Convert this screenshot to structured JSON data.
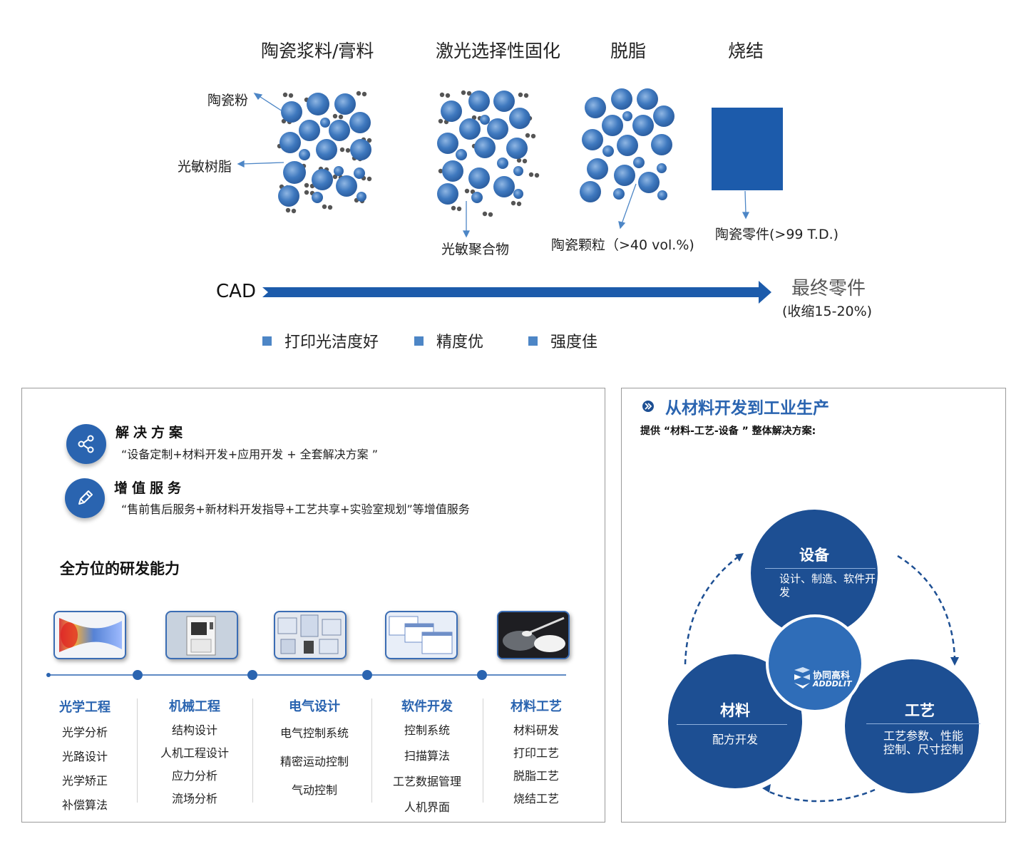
{
  "process": {
    "stages": [
      "陶瓷浆料/膏料",
      "激光选择性固化",
      "脱脂",
      "烧结"
    ],
    "labels": {
      "ceramic_powder": "陶瓷粉",
      "photosensitive_resin": "光敏树脂",
      "photopolymer": "光敏聚合物",
      "ceramic_particles": "陶瓷颗粒（>40 vol.%)",
      "ceramic_part": "陶瓷零件(>99 T.D.)"
    },
    "flow": {
      "start": "CAD",
      "end": "最终零件",
      "end_note": "(收缩15-20%)"
    },
    "bullets": [
      "打印光洁度好",
      "精度优",
      "强度佳"
    ],
    "colors": {
      "particle": "#3f79bf",
      "binder": "#555555",
      "arrow": "#1c5bab",
      "part": "#1c5bab"
    }
  },
  "left_panel": {
    "solutions": [
      {
        "title": "解决方案",
        "desc": "“设备定制+材料开发+应用开发 + 全套解决方案 ”",
        "icon": "share-icon"
      },
      {
        "title": "增值服务",
        "desc": "“售前售后服务+新材料开发指导+工艺共享+实验室规划”等增值服务",
        "icon": "pencil-icon"
      }
    ],
    "capability_title": "全方位的研发能力",
    "columns": [
      {
        "title": "光学工程",
        "items": [
          "光学分析",
          "光路设计",
          "光学矫正",
          "补偿算法"
        ]
      },
      {
        "title": "机械工程",
        "items": [
          "结构设计",
          "人机工程设计",
          "应力分析",
          "流场分析"
        ]
      },
      {
        "title": "电气设计",
        "items": [
          "电气控制系统",
          "精密运动控制",
          "气动控制"
        ]
      },
      {
        "title": "软件开发",
        "items": [
          "控制系统",
          "扫描算法",
          "工艺数据管理",
          "人机界面"
        ]
      },
      {
        "title": "材料工艺",
        "items": [
          "材料研发",
          "打印工艺",
          "脱脂工艺",
          "烧结工艺"
        ]
      }
    ]
  },
  "right_panel": {
    "title": "从材料开发到工业生产",
    "subtitle": "提供 “材料-工艺-设备 ” 整体解决方案:",
    "equipment": {
      "title": "设备",
      "desc": "设计、制造、软件开发"
    },
    "material": {
      "title": "材料",
      "desc": "配方开发"
    },
    "process": {
      "title": "工艺",
      "desc": "工艺参数、性能控制、尺寸控制"
    },
    "logo": {
      "cn": "协同高科",
      "en": "ADDDLIT"
    },
    "colors": {
      "circle": "#1d4f93",
      "center": "#2f6db8",
      "accent": "#2a64b0"
    }
  }
}
